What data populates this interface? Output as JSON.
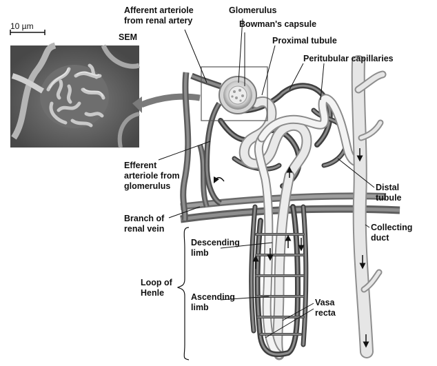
{
  "scale_bar": {
    "text": "10 µm"
  },
  "micrograph": {
    "label": "SEM"
  },
  "labels": {
    "afferent_1": "Afferent arteriole",
    "afferent_2": "from renal artery",
    "glomerulus": "Glomerulus",
    "bowmans_capsule": "Bowman's capsule",
    "proximal_tubule": "Proximal tubule",
    "peritubular_capillaries": "Peritubular capillaries",
    "efferent_1": "Efferent",
    "efferent_2": "arteriole from",
    "efferent_3": "glomerulus",
    "branch_1": "Branch of",
    "branch_2": "renal vein",
    "descending_1": "Descending",
    "descending_2": "limb",
    "loop_1": "Loop of",
    "loop_2": "Henle",
    "ascending_1": "Ascending",
    "ascending_2": "limb",
    "vasa_1": "Vasa",
    "vasa_2": "recta",
    "distal_1": "Distal",
    "distal_2": "tubule",
    "collecting_1": "Collecting",
    "collecting_2": "duct"
  }
}
